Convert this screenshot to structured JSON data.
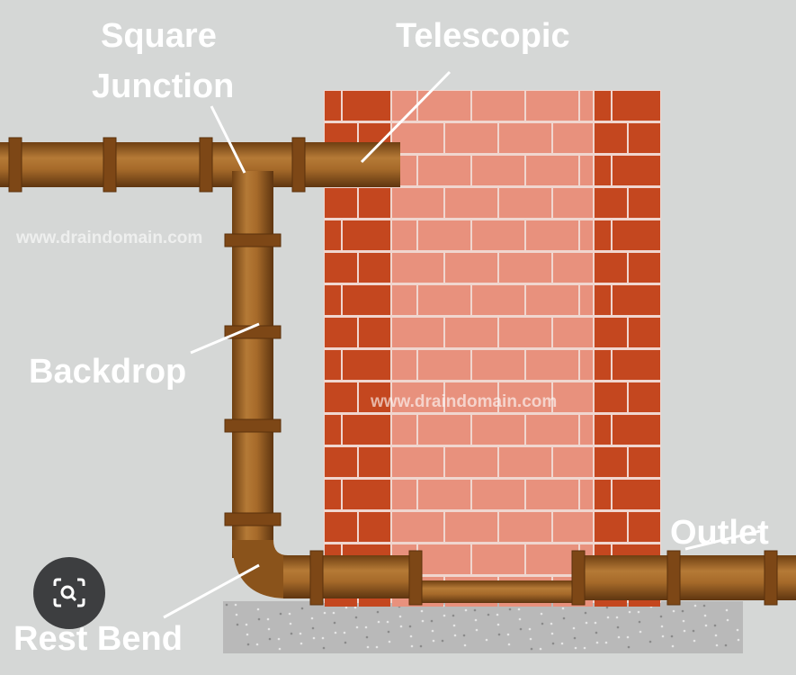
{
  "labels": {
    "square_junction_1": "Square",
    "square_junction_2": "Junction",
    "telescopic": "Telescopic",
    "backdrop": "Backdrop",
    "outlet": "Outlet",
    "rest_bend": "Rest Bend"
  },
  "watermarks": [
    "www.draindomain.com",
    "www.draindomain.com"
  ],
  "colors": {
    "background": "#d5d7d6",
    "brick_dark": "#c4471f",
    "brick_light": "#e8917d",
    "mortar": "#f0d6cf",
    "pipe": "#9a5f22",
    "concrete": "#b9b9b9"
  },
  "lens_button": {
    "icon": "visual-search-icon"
  }
}
